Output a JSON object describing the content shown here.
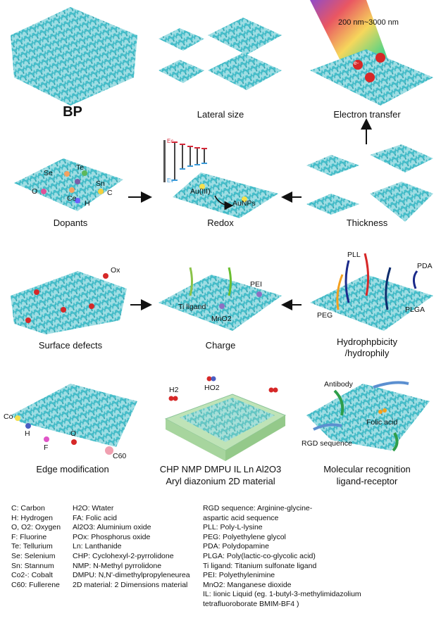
{
  "panels": {
    "bp": "BP",
    "lateral": "Lateral size",
    "electron": "Electron transfer",
    "electron_range": "200 nm~3000 nm",
    "dopants": "Dopants",
    "redox": "Redox",
    "thickness": "Thickness",
    "surface": "Surface defects",
    "charge": "Charge",
    "hydro1": "Hydrophpbicity",
    "hydro2": "/hydrophily",
    "edge": "Edge modification",
    "solvents1": "CHP  NMP  DMPU  IL  Ln  Al2O3",
    "solvents2": "Aryl diazonium  2D material",
    "molrec1": "Molecular recognition",
    "molrec2": "ligand-receptor"
  },
  "tags": {
    "electron": "e-",
    "dopants": [
      "Se",
      "Te",
      "O",
      "Sn",
      "C",
      "Ce",
      "H"
    ],
    "redox": [
      "Au(III)",
      "AuNPs",
      "Ec",
      "Ev"
    ],
    "surface": "Ox",
    "charge": [
      "Ti ligand",
      "PEI",
      "MnO2"
    ],
    "hydro": [
      "PLL",
      "PDA",
      "PEG",
      "PLGA"
    ],
    "edge": [
      "Co",
      "H",
      "F",
      "O",
      "C60"
    ],
    "solvents": [
      "H2",
      "HO2"
    ],
    "molrec": [
      "Antibody",
      "Folic acid",
      "RGD sequence"
    ]
  },
  "legend": {
    "col1": [
      "C: Carbon",
      "H: Hydrogen",
      "O, O2: Oxygen",
      "F: Fluorine",
      "Te: Tellurium",
      "Se: Selenium",
      "Sn: Stannum",
      "Co2-: Cobalt",
      "C60: Fullerene"
    ],
    "col2": [
      "H2O: Wtater",
      "FA: Folic acid",
      "Al2O3: Aluminium oxide",
      "POx: Phosphorus oxide",
      "Ln: Lanthanide",
      "CHP: Cyclohexyl-2-pyrrolidone",
      "NMP: N-Methyl pyrrolidone",
      "DMPU: N,N'-dimethylpropyleneurea",
      "2D material: 2 Dimensions material"
    ],
    "col3": [
      "RGD sequence: Arginine-glycine-",
      "aspartic acid sequence",
      "PLL: Poly-L-lysine",
      "PEG: Polyethylene glycol",
      "PDA: Polydopamine",
      "PLGA: Poly(lactic-co-glycolic acid)",
      "Ti ligand: Titanium sulfonate ligand",
      "PEI: Polyethylenimine",
      "MnO2: Manganese dioxide",
      "IL: Iionic Liquid (eg. 1-butyl-3-methylimidazolium",
      "tetrafluoroborate BMIM-BF4 )"
    ]
  },
  "colors": {
    "lattice": "#3fb8c4",
    "arrow": "#111111"
  }
}
